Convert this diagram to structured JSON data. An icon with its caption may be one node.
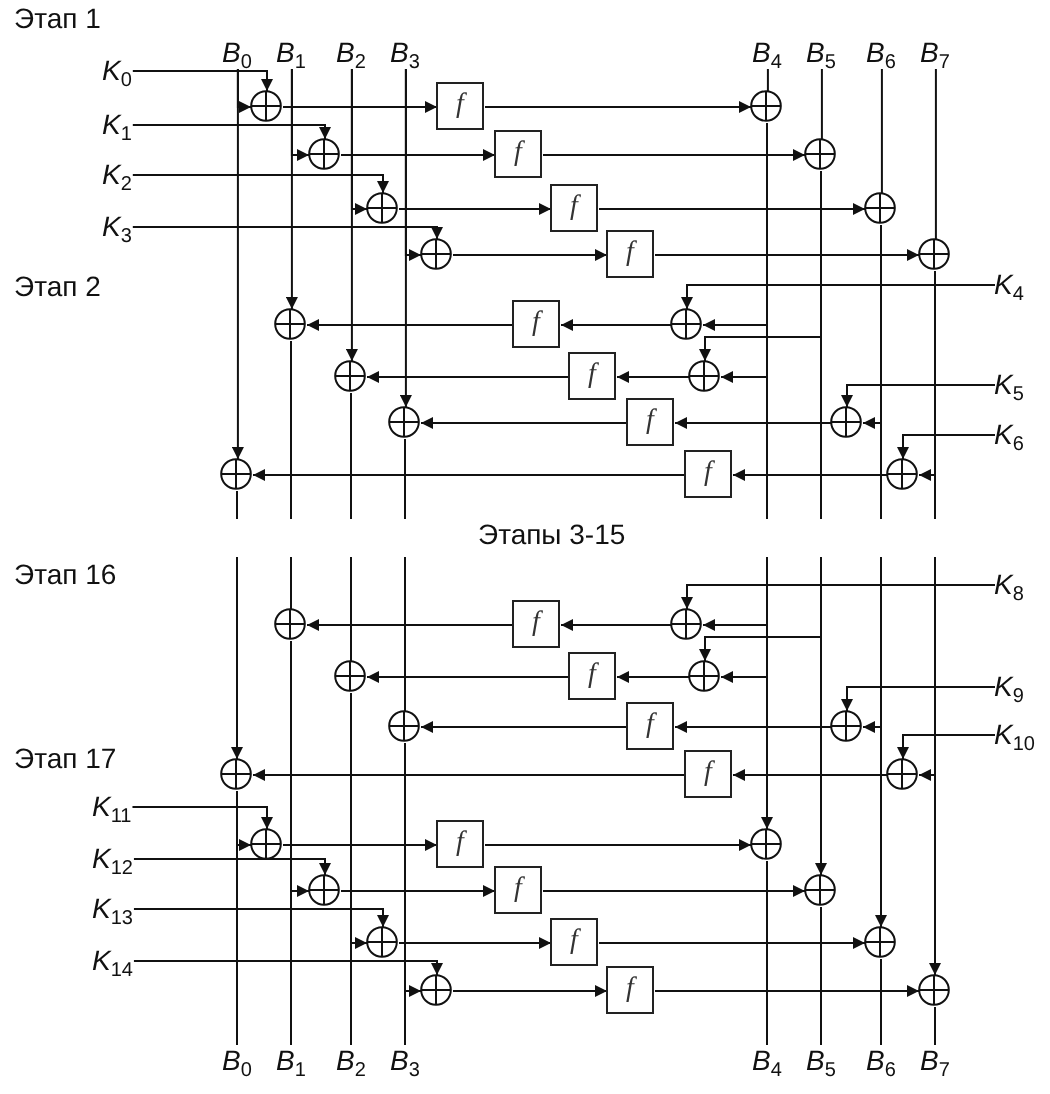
{
  "diagram": {
    "nodes": [
      {
        "text": [
          "*B*$_{0}$"
        ]
      },
      {
        "text": [
          "*B*$_{1}$"
        ]
      },
      {
        "text": [
          "*B*$_{2}$"
        ]
      },
      {
        "text": [
          "*B*$_{3}$"
        ]
      },
      {
        "text": [
          "*B*$_{4}$"
        ]
      },
      {
        "text": [
          "*B*$_{5}$"
        ]
      },
      {
        "text": [
          "*B*$_{6}$"
        ]
      },
      {
        "text": [
          "*B*$_{7}$"
        ]
      },
      {
        "text": [
          "*K*$_{0}$"
        ]
      },
      {
        "text": [],
        "shape": "circle"
      },
      {
        "text": [
          "f"
        ]
      },
      {
        "text": [],
        "shape": "circle"
      },
      {
        "text": [
          "*K*$_{1}$"
        ]
      },
      {
        "text": [],
        "shape": "circle"
      },
      {
        "text": [
          "f"
        ]
      },
      {
        "text": [],
        "shape": "circle"
      },
      {
        "text": [
          "*K*$_{2}$"
        ]
      },
      {
        "text": [],
        "shape": "circle"
      },
      {
        "text": [
          "f"
        ]
      },
      {
        "text": [],
        "shape": "circle"
      },
      {
        "text": [
          "*K*$_{3}$"
        ]
      },
      {
        "text": [],
        "shape": "circle"
      },
      {
        "text": [
          "f"
        ]
      },
      {
        "text": [],
        "shape": "circle"
      },
      {
        "text": [
          "*K*$_{4}$"
        ]
      },
      {
        "text": [],
        "shape": "circle"
      },
      {
        "text": [
          "f"
        ]
      },
      {
        "text": [],
        "shape": "circle"
      },
      {
        "text": [],
        "shape": "circle"
      },
      {
        "text": [
          "f"
        ]
      },
      {
        "text": [],
        "shape": "circle"
      },
      {
        "text": [
          "*K*$_{5}$"
        ]
      },
      {
        "text": [],
        "shape": "circle"
      },
      {
        "text": [
          "f"
        ]
      },
      {
        "text": [],
        "shape": "circle"
      },
      {
        "text": [
          "*K*$_{6}$"
        ]
      },
      {
        "text": [],
        "shape": "circle"
      },
      {
        "text": [
          "f"
        ]
      },
      {
        "text": [],
        "shape": "circle"
      },
      {
        "text": [
          "*K*$_{8}$"
        ]
      },
      {
        "text": [],
        "shape": "circle"
      },
      {
        "text": [
          "f"
        ]
      },
      {
        "text": [],
        "shape": "circle"
      },
      {
        "text": [],
        "shape": "circle"
      },
      {
        "text": [
          "f"
        ]
      },
      {
        "text": [],
        "shape": "circle"
      },
      {
        "text": [
          "*K*$_{9}$"
        ]
      },
      {
        "text": [],
        "shape": "circle"
      },
      {
        "text": [
          "f"
        ]
      },
      {
        "text": [],
        "shape": "circle"
      },
      {
        "text": [
          "*K*$_{10}$"
        ]
      },
      {
        "text": [],
        "shape": "circle"
      },
      {
        "text": [
          "f"
        ]
      },
      {
        "text": [],
        "shape": "circle"
      },
      {
        "text": [
          "*K*$_{11}$"
        ]
      },
      {
        "text": [],
        "shape": "circle"
      },
      {
        "text": [
          "f"
        ]
      },
      {
        "text": [],
        "shape": "circle"
      },
      {
        "text": [
          "*K*$_{12}$"
        ]
      },
      {
        "text": [],
        "shape": "circle"
      },
      {
        "text": [
          "f"
        ]
      },
      {
        "text": [],
        "shape": "circle"
      },
      {
        "text": [
          "*K*$_{13}$"
        ]
      },
      {
        "text": [],
        "shape": "circle"
      },
      {
        "text": [
          "f"
        ]
      },
      {
        "text": [],
        "shape": "circle"
      },
      {
        "text": [
          "*K*$_{14}$"
        ]
      },
      {
        "text": [],
        "shape": "circle"
      },
      {
        "text": [
          "f"
        ]
      },
      {
        "text": [],
        "shape": "circle"
      },
      {
        "text": [
          "*B*$_{0}$"
        ]
      },
      {
        "text": [
          "*B*$_{1}$"
        ]
      },
      {
        "text": [
          "*B*$_{2}$"
        ]
      },
      {
        "text": [
          "*B*$_{3}$"
        ]
      },
      {
        "text": [
          "*B*$_{4}$"
        ]
      },
      {
        "text": [
          "*B*$_{5}$"
        ]
      },
      {
        "text": [
          "*B*$_{6}$"
        ]
      },
      {
        "text": [
          "*B*$_{7}$"
        ]
      }
    ],
    "edges": [
      {
        "from": 0,
        "to": 9,
        "arrow": "to"
      },
      {
        "from": 0,
        "to": 36,
        "arrow": "to"
      },
      {
        "from": 1,
        "to": 13,
        "arrow": "to"
      },
      {
        "from": 1,
        "to": 25,
        "arrow": "to"
      },
      {
        "from": 2,
        "to": 17,
        "arrow": "to"
      },
      {
        "from": 2,
        "to": 28,
        "arrow": "to"
      },
      {
        "from": 3,
        "to": 21,
        "arrow": "to"
      },
      {
        "from": 3,
        "to": 32,
        "arrow": "to"
      },
      {
        "from": 4,
        "to": 11,
        "arrow": "none"
      },
      {
        "from": 5,
        "to": 15,
        "arrow": "none"
      },
      {
        "from": 6,
        "to": 19,
        "arrow": "none"
      },
      {
        "from": 7,
        "to": 23,
        "arrow": "none"
      },
      {
        "from": 8,
        "to": 9,
        "arrow": "to"
      },
      {
        "from": 9,
        "to": 10,
        "arrow": "to"
      },
      {
        "from": 10,
        "to": 11,
        "arrow": "to"
      },
      {
        "from": 12,
        "to": 13,
        "arrow": "to"
      },
      {
        "from": 13,
        "to": 14,
        "arrow": "to"
      },
      {
        "from": 14,
        "to": 15,
        "arrow": "to"
      },
      {
        "from": 16,
        "to": 17,
        "arrow": "to"
      },
      {
        "from": 17,
        "to": 18,
        "arrow": "to"
      },
      {
        "from": 18,
        "to": 19,
        "arrow": "to"
      },
      {
        "from": 20,
        "to": 21,
        "arrow": "to"
      },
      {
        "from": 21,
        "to": 22,
        "arrow": "to"
      },
      {
        "from": 22,
        "to": 23,
        "arrow": "to"
      },
      {
        "from": 24,
        "to": 27,
        "arrow": "to"
      },
      {
        "from": 11,
        "to": 27,
        "arrow": "to"
      },
      {
        "from": 27,
        "to": 26,
        "arrow": "to"
      },
      {
        "from": 26,
        "to": 25,
        "arrow": "to"
      },
      {
        "from": 11,
        "to": 30,
        "arrow": "to"
      },
      {
        "from": 15,
        "to": 30,
        "arrow": "to"
      },
      {
        "from": 30,
        "to": 29,
        "arrow": "to"
      },
      {
        "from": 29,
        "to": 28,
        "arrow": "to"
      },
      {
        "from": 31,
        "to": 34,
        "arrow": "to"
      },
      {
        "from": 19,
        "to": 34,
        "arrow": "to"
      },
      {
        "from": 34,
        "to": 33,
        "arrow": "to"
      },
      {
        "from": 33,
        "to": 32,
        "arrow": "to"
      },
      {
        "from": 35,
        "to": 38,
        "arrow": "to"
      },
      {
        "from": 23,
        "to": 38,
        "arrow": "to"
      },
      {
        "from": 38,
        "to": 37,
        "arrow": "to"
      },
      {
        "from": 37,
        "to": 36,
        "arrow": "to"
      },
      {
        "from": 36,
        "to": null,
        "arrow": "none"
      },
      {
        "from": 25,
        "to": null,
        "arrow": "none"
      },
      {
        "from": 28,
        "to": null,
        "arrow": "none"
      },
      {
        "from": 32,
        "to": null,
        "arrow": "none"
      },
      {
        "from": 11,
        "to": null,
        "arrow": "none"
      },
      {
        "from": 15,
        "to": null,
        "arrow": "none"
      },
      {
        "from": 19,
        "to": null,
        "arrow": "none"
      },
      {
        "from": 23,
        "to": null,
        "arrow": "none"
      },
      {
        "from": null,
        "to": 51,
        "arrow": "to"
      },
      {
        "from": null,
        "to": 40,
        "arrow": "none"
      },
      {
        "from": null,
        "to": 43,
        "arrow": "none"
      },
      {
        "from": null,
        "to": 47,
        "arrow": "none"
      },
      {
        "from": null,
        "to": 42,
        "arrow": "to"
      },
      {
        "from": null,
        "to": 45,
        "arrow": "to"
      },
      {
        "from": null,
        "to": 57,
        "arrow": "to"
      },
      {
        "from": null,
        "to": 45,
        "arrow": "to"
      },
      {
        "from": null,
        "to": 61,
        "arrow": "to"
      },
      {
        "from": null,
        "to": 49,
        "arrow": "to"
      },
      {
        "from": null,
        "to": 65,
        "arrow": "to"
      },
      {
        "from": null,
        "to": 53,
        "arrow": "to"
      },
      {
        "from": null,
        "to": 69,
        "arrow": "to"
      },
      {
        "from": 39,
        "to": 42,
        "arrow": "to"
      },
      {
        "from": 42,
        "to": 41,
        "arrow": "to"
      },
      {
        "from": 41,
        "to": 40,
        "arrow": "to"
      },
      {
        "from": 45,
        "to": 44,
        "arrow": "to"
      },
      {
        "from": 44,
        "to": 43,
        "arrow": "to"
      },
      {
        "from": 46,
        "to": 49,
        "arrow": "to"
      },
      {
        "from": 49,
        "to": 48,
        "arrow": "to"
      },
      {
        "from": 48,
        "to": 47,
        "arrow": "to"
      },
      {
        "from": 50,
        "to": 53,
        "arrow": "to"
      },
      {
        "from": 53,
        "to": 52,
        "arrow": "to"
      },
      {
        "from": 52,
        "to": 51,
        "arrow": "to"
      },
      {
        "from": 51,
        "to": 55,
        "arrow": "to"
      },
      {
        "from": 51,
        "to": 70,
        "arrow": "none"
      },
      {
        "from": 40,
        "to": 59,
        "arrow": "to"
      },
      {
        "from": 40,
        "to": 71,
        "arrow": "none"
      },
      {
        "from": 43,
        "to": 63,
        "arrow": "to"
      },
      {
        "from": 43,
        "to": 72,
        "arrow": "none"
      },
      {
        "from": 47,
        "to": 67,
        "arrow": "to"
      },
      {
        "from": 47,
        "to": 73,
        "arrow": "none"
      },
      {
        "from": 54,
        "to": 55,
        "arrow": "to"
      },
      {
        "from": 55,
        "to": 56,
        "arrow": "to"
      },
      {
        "from": 56,
        "to": 57,
        "arrow": "to"
      },
      {
        "from": 58,
        "to": 59,
        "arrow": "to"
      },
      {
        "from": 59,
        "to": 60,
        "arrow": "to"
      },
      {
        "from": 60,
        "to": 61,
        "arrow": "to"
      },
      {
        "from": 62,
        "to": 63,
        "arrow": "to"
      },
      {
        "from": 63,
        "to": 64,
        "arrow": "to"
      },
      {
        "from": 64,
        "to": 65,
        "arrow": "to"
      },
      {
        "from": 66,
        "to": 67,
        "arrow": "to"
      },
      {
        "from": 67,
        "to": 68,
        "arrow": "to"
      },
      {
        "from": 68,
        "to": 69,
        "arrow": "to"
      },
      {
        "from": 57,
        "to": 74,
        "arrow": "none"
      },
      {
        "from": 61,
        "to": 75,
        "arrow": "none"
      },
      {
        "from": 65,
        "to": 76,
        "arrow": "none"
      },
      {
        "from": 69,
        "to": 77,
        "arrow": "none"
      }
    ],
    "labels": [
      "Этап 1",
      "Этап 2",
      "Этапы 3-15",
      "Этап 16",
      "Этап 17"
    ]
  }
}
